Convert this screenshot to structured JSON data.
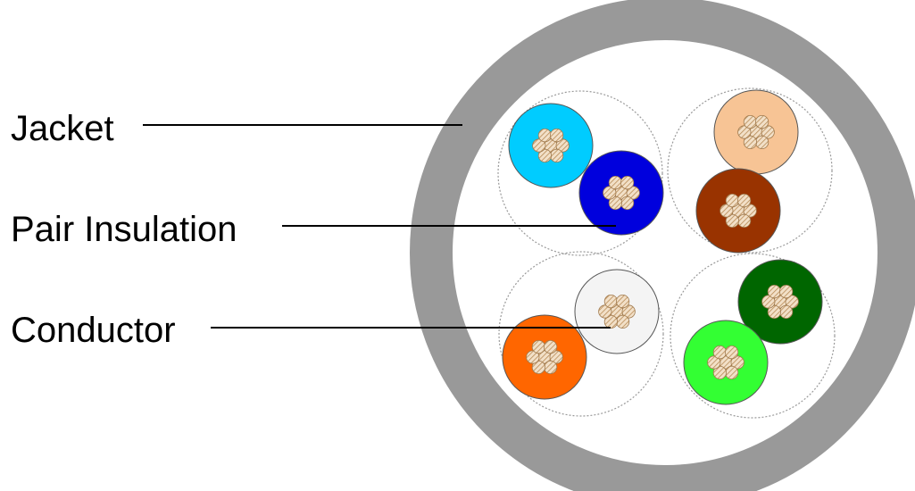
{
  "labels": {
    "jacket": "Jacket",
    "pair_insulation": "Pair Insulation",
    "conductor": "Conductor"
  },
  "colors": {
    "jacket": "#999999",
    "pair_boundary": "#9a9a9a",
    "pair_1a": "#00ccff",
    "pair_1b": "#0000dd",
    "pair_2a": "#f7c495",
    "pair_2b": "#993300",
    "pair_3a": "#f4f4f4",
    "pair_3b": "#ff6600",
    "pair_4a": "#006600",
    "pair_4b": "#33ff33",
    "strand_fill": "#f2e0c8",
    "strand_hatch": "#b88a55"
  },
  "icons": [
    "cable-jacket-icon",
    "twisted-pair-icon",
    "conductor-strand-icon"
  ]
}
